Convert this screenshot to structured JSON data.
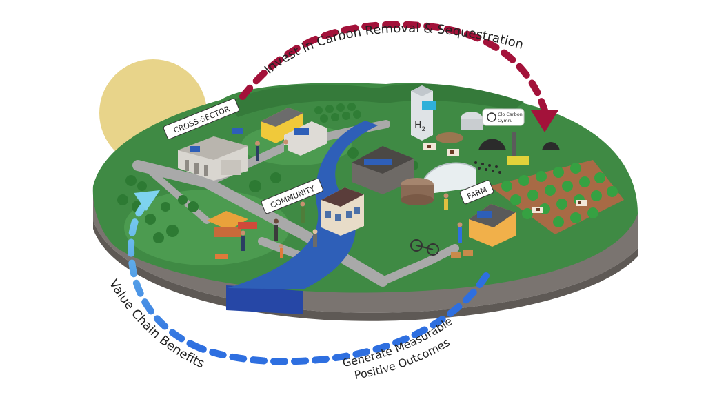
{
  "arrows": {
    "top": "Invest in Carbon Removal & Sequestration",
    "left": "Value Chain Benefits",
    "bottom_line1": "Generate Measurable",
    "bottom_line2": "Positive Outcomes"
  },
  "zones": {
    "cross_sector": "CROSS-SECTOR",
    "community": "COMMUNITY",
    "farm": "FARM"
  },
  "hydrogen": {
    "symbol": "H",
    "subscript": "2"
  },
  "logo": {
    "line1": "Clo Carbon",
    "line2": "Cymru"
  },
  "colors": {
    "sun": "#e8d48a",
    "land_top": "#3f8a44",
    "land_edge": "#7a7470",
    "river": "#2e5fb8",
    "path": "#a9a9a9",
    "arrow_red": "#a3123a",
    "arrow_blue": "#2e6fe0",
    "arrow_cyan": "#7ed3ef"
  }
}
